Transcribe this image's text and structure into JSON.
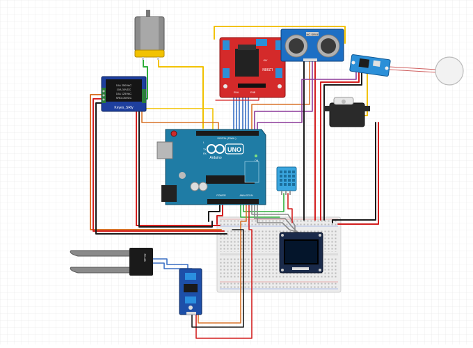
{
  "labels": {
    "relay_brand": "Keyes_SRly",
    "relay_spec_a": "10A 250VAC",
    "relay_spec_b": "10A 30VDC",
    "relay_spec_c": "10A 125VAC",
    "relay_spec_d": "10A 28VDC",
    "relay_model": "SRD-05VDC",
    "driver_name": "L298N",
    "driver_ena": "ENA",
    "driver_enb": "ENB",
    "driver_5v": "+5V",
    "arduino_model": "UNO",
    "arduino_brand": "Arduino",
    "arduino_digital": "DIGITAL (PWM~)",
    "arduino_analog": "ANALOG IN",
    "arduino_power": "POWER",
    "arduino_on": "ON",
    "arduino_tx": "TX",
    "arduino_rx": "RX",
    "arduino_l": "L",
    "ultrasonic_model": "HC-SR04",
    "soil_probe_label": "FC-28"
  },
  "colors": {
    "wire_red": "#d31f1f",
    "wire_black": "#1a1a1a",
    "wire_yellow": "#f2c200",
    "wire_orange": "#d9742a",
    "wire_blue": "#3a6fc4",
    "wire_green": "#2fae3a",
    "wire_purple": "#8c3a9a",
    "wire_grey": "#8a8a8a",
    "arduino_board": "#1f7ca5",
    "driver_board": "#d42a2a",
    "ultrasonic_board": "#1d6fc4",
    "relay_board": "#1e3f9e",
    "dht_body": "#3aa6df"
  }
}
